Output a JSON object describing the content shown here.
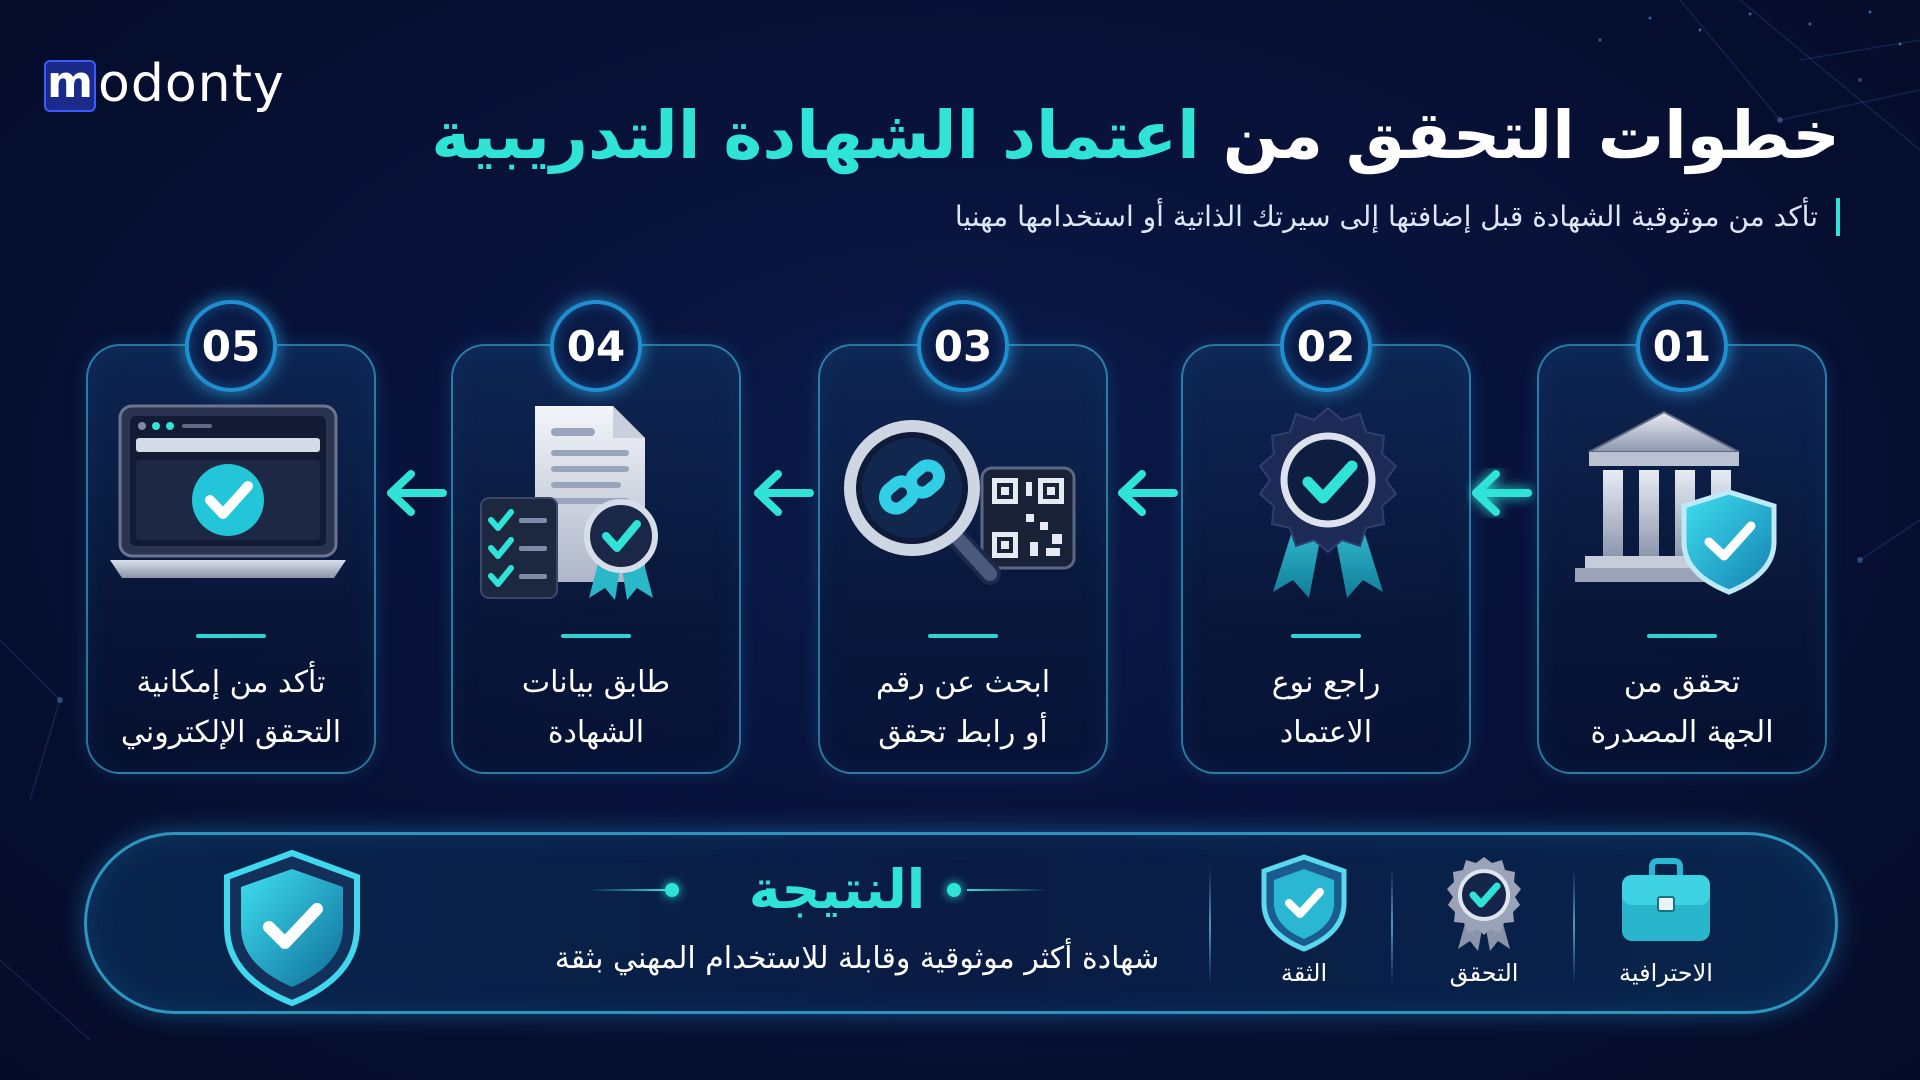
{
  "brand": {
    "logo_m": "m",
    "logo_rest": "odonty"
  },
  "header": {
    "title_white": "خطوات التحقق من",
    "title_cyan": "اعتماد الشهادة التدريبية",
    "subtitle": "تأكد من موثوقية الشهادة قبل إضافتها إلى سيرتك الذاتية أو استخدامها مهنيا"
  },
  "steps": [
    {
      "number": "01",
      "line1": "تحقق من",
      "line2": "الجهة المصدرة",
      "icon": "institution-shield-icon"
    },
    {
      "number": "02",
      "line1": "راجع نوع",
      "line2": "الاعتماد",
      "icon": "award-ribbon-icon"
    },
    {
      "number": "03",
      "line1": "ابحث عن رقم",
      "line2": "أو رابط تحقق",
      "icon": "magnifier-link-qr-icon"
    },
    {
      "number": "04",
      "line1": "طابق بيانات",
      "line2": "الشهادة",
      "icon": "document-checklist-icon"
    },
    {
      "number": "05",
      "line1": "تأكد من إمكانية",
      "line2": "التحقق الإلكتروني",
      "icon": "laptop-check-icon"
    }
  ],
  "result": {
    "title": "النتيجة",
    "description": "شهادة أكثر موثوقية وقابلة للاستخدام المهني بثقة",
    "badges": [
      {
        "label": "الاحترافية",
        "icon": "briefcase-icon"
      },
      {
        "label": "التحقق",
        "icon": "verified-badge-icon"
      },
      {
        "label": "الثقة",
        "icon": "shield-check-icon"
      }
    ]
  },
  "colors": {
    "accent": "#2fe3d6",
    "background": "#08123a",
    "card_border": "#46c8f0",
    "number_ring": "#1f8fd0"
  }
}
